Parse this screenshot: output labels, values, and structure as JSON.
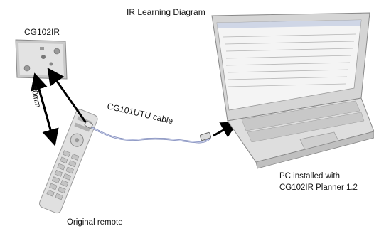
{
  "title": "IR Learning Diagram",
  "device_label": "CG102IR",
  "distance_label": "50mm",
  "cable_label": "CG101UTU cable",
  "pc_label_line1": "PC installed with",
  "pc_label_line2": "CG102IR Planner 1.2",
  "remote_label": "Original remote",
  "colors": {
    "arrow": "#000000",
    "cable": "#7a86b8",
    "laptop_body": "#dcdcdc",
    "screen": "#f3f3f3"
  }
}
